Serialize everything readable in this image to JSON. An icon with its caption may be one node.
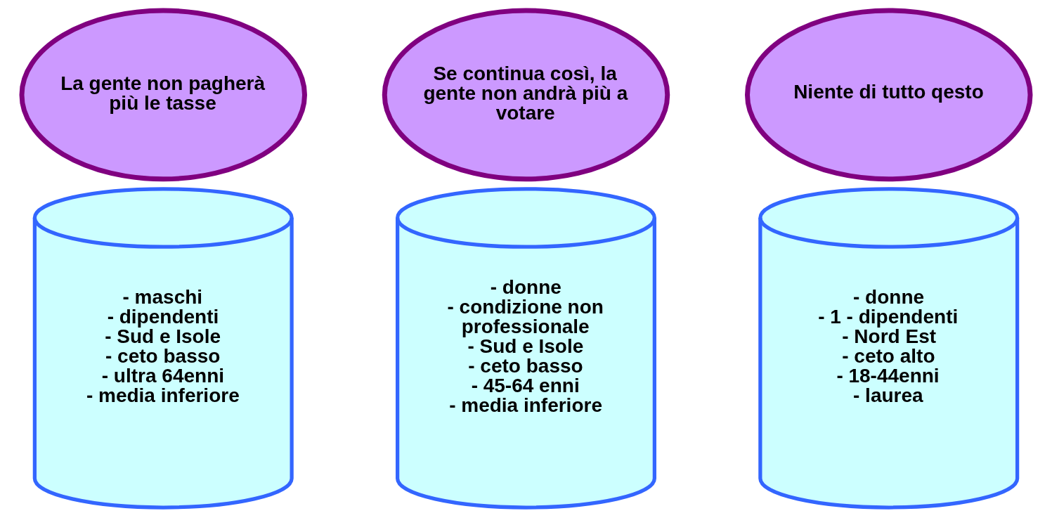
{
  "diagram": {
    "nodes": [
      {
        "text": [
          "La gente non pagherà più le tasse"
        ]
      },
      {
        "text": [
          "- maschi",
          "- dipendenti",
          "- Sud e Isole",
          "- ceto basso",
          "- ultra 64enni",
          "- media inferiore"
        ]
      },
      {
        "text": [
          "Se continua così, la gente non andrà più a votare"
        ]
      },
      {
        "text": [
          "- donne",
          "- condizione non professionale",
          "- Sud e Isole",
          "- ceto basso",
          "- 45-64 enni",
          "- media inferiore"
        ]
      },
      {
        "text": [
          "Niente di tutto qesto"
        ]
      },
      {
        "text": [
          "- donne",
          "- 1 - dipendenti",
          "- Nord Est",
          "- ceto alto",
          "- 18-44enni",
          "- laurea"
        ]
      }
    ]
  }
}
